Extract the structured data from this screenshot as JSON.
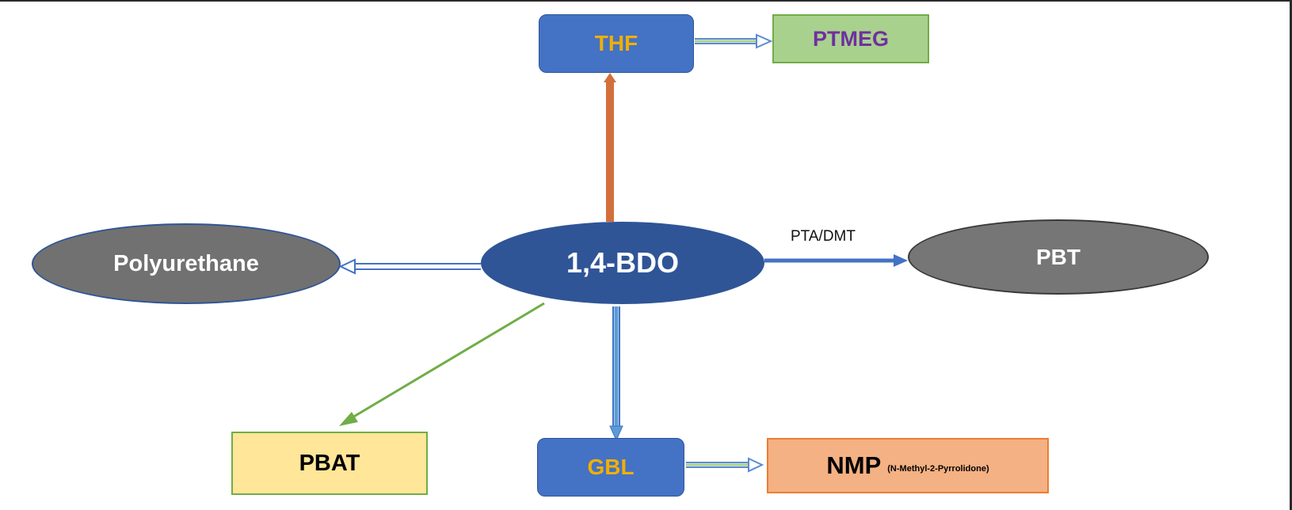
{
  "colors": {
    "center": "#2f5597",
    "blue_box": "#4472c4",
    "gray_ellipse": "#717171",
    "orange_arrow": "#d36f3a",
    "green_arrow": "#70ad47",
    "thf_text": "#f0b000",
    "ptmeg_text": "#7030a0"
  },
  "nodes": {
    "center": "1,4-BDO",
    "thf": "THF",
    "ptmeg": "PTMEG",
    "polyurethane": "Polyurethane",
    "pbt": "PBT",
    "pbat": "PBAT",
    "gbl": "GBL",
    "nmp": "NMP",
    "nmp_full": "(N-Methyl-2-Pyrrolidone)"
  },
  "edge_labels": {
    "pbt": "PTA/DMT"
  }
}
